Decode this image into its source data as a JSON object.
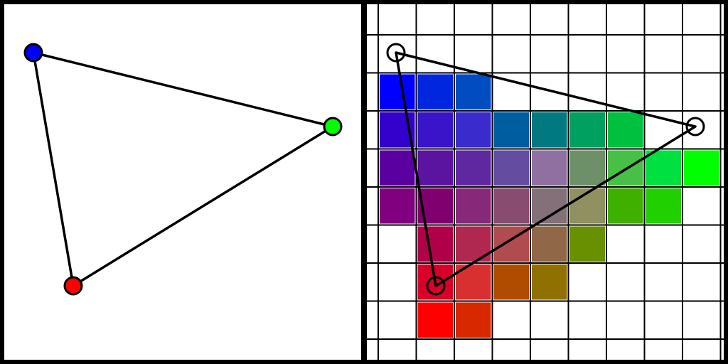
{
  "vertices": [
    {
      "name": "blue",
      "color": "#0000ff",
      "rgb": [
        0,
        0,
        255
      ]
    },
    {
      "name": "green",
      "color": "#00ff00",
      "rgb": [
        0,
        255,
        0
      ]
    },
    {
      "name": "red",
      "color": "#ff0000",
      "rgb": [
        255,
        0,
        0
      ]
    }
  ],
  "colors": {
    "edge": "#000000",
    "background": "#ffffff",
    "grid_line": "#000000",
    "cell_border": "#ffffff"
  },
  "grid": {
    "columns": 9,
    "rows": 9,
    "cell_size_units": 1
  },
  "rasterized_cells": [
    {
      "col": 0,
      "row": 1,
      "color": "#0000ff"
    },
    {
      "col": 1,
      "row": 1,
      "color": "#0026e0"
    },
    {
      "col": 2,
      "row": 1,
      "color": "#004cc0"
    },
    {
      "col": 0,
      "row": 2,
      "color": "#3300cc"
    },
    {
      "col": 1,
      "row": 2,
      "color": "#3a14c8"
    },
    {
      "col": 2,
      "row": 2,
      "color": "#3a2ccc"
    },
    {
      "col": 3,
      "row": 2,
      "color": "#005ea0"
    },
    {
      "col": 4,
      "row": 2,
      "color": "#007a80"
    },
    {
      "col": 5,
      "row": 2,
      "color": "#00a060"
    },
    {
      "col": 6,
      "row": 2,
      "color": "#00c040"
    },
    {
      "col": 0,
      "row": 3,
      "color": "#5a00a0"
    },
    {
      "col": 1,
      "row": 3,
      "color": "#5a14a0"
    },
    {
      "col": 2,
      "row": 3,
      "color": "#6028a0"
    },
    {
      "col": 3,
      "row": 3,
      "color": "#644ca0"
    },
    {
      "col": 4,
      "row": 3,
      "color": "#9070a0"
    },
    {
      "col": 5,
      "row": 3,
      "color": "#6e9068"
    },
    {
      "col": 6,
      "row": 3,
      "color": "#48c048"
    },
    {
      "col": 7,
      "row": 3,
      "color": "#00e040"
    },
    {
      "col": 8,
      "row": 3,
      "color": "#00ff00"
    },
    {
      "col": 0,
      "row": 4,
      "color": "#800080"
    },
    {
      "col": 1,
      "row": 4,
      "color": "#800070"
    },
    {
      "col": 2,
      "row": 4,
      "color": "#882878"
    },
    {
      "col": 3,
      "row": 4,
      "color": "#884c70"
    },
    {
      "col": 4,
      "row": 4,
      "color": "#847078"
    },
    {
      "col": 5,
      "row": 4,
      "color": "#909060"
    },
    {
      "col": 6,
      "row": 4,
      "color": "#40b000"
    },
    {
      "col": 7,
      "row": 4,
      "color": "#20d000"
    },
    {
      "col": 1,
      "row": 5,
      "color": "#b00048"
    },
    {
      "col": 2,
      "row": 5,
      "color": "#b02850"
    },
    {
      "col": 3,
      "row": 5,
      "color": "#b04c50"
    },
    {
      "col": 4,
      "row": 5,
      "color": "#906848"
    },
    {
      "col": 5,
      "row": 5,
      "color": "#689000"
    },
    {
      "col": 1,
      "row": 6,
      "color": "#d80028"
    },
    {
      "col": 2,
      "row": 6,
      "color": "#d83030"
    },
    {
      "col": 3,
      "row": 6,
      "color": "#b04c00"
    },
    {
      "col": 4,
      "row": 6,
      "color": "#907000"
    },
    {
      "col": 1,
      "row": 7,
      "color": "#ff0000"
    },
    {
      "col": 2,
      "row": 7,
      "color": "#d82800"
    }
  ]
}
